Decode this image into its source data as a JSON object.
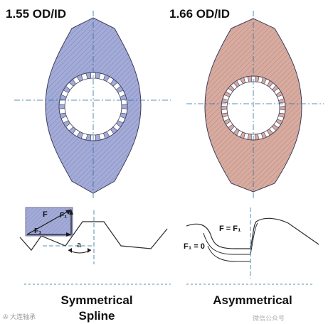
{
  "left_panel": {
    "ratio_label": "1.55 OD/ID",
    "caption_line1": "Symmetrical",
    "caption_line2": "Spline",
    "force_label": "F",
    "force_component_label": "F₁",
    "force_horizontal_label": "F₁",
    "angle_label": "a",
    "fill_color": "#a3abd6"
  },
  "right_panel": {
    "ratio_label": "1.66 OD/ID",
    "caption": "Asymmetrical",
    "equal_force_label": "F = F₁",
    "zero_force_label": "F₁ = 0",
    "fill_color": "#d7aba0"
  },
  "watermark_left": "✇ 大连轴承",
  "watermark_right": "微信公众号"
}
